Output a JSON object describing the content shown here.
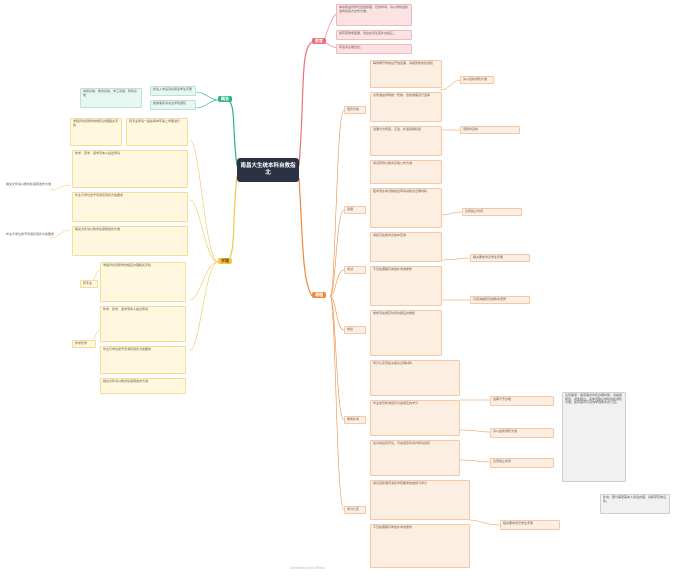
{
  "root": {
    "title": "南昌大生统本科自救指北"
  },
  "branches": {
    "red": "前言",
    "green": "概览",
    "yellow": "学籍",
    "orange": "课程"
  },
  "red_notes": [
    "本指南由同学们自发整理，仅供参考，请以学校最新发布的官方文件为准。",
    "如有错误或遗漏，欢迎在评论区补充指正。",
    "转载请注明出处。"
  ],
  "green_notes": [
    "新生入学后请先阅读学生手册",
    "各类事务请关注学院通知",
    "常用系统：教务系统、学工系统、财务系统"
  ],
  "left_notes": [
    "学籍异动须按学校规定办理相关手续",
    "转专业申请一般在每学年第二学期进行",
    "休学、复学、退学须本人提出申请",
    "毕业与学位授予须满足培养方案要求",
    "相关文件请以教务处官网发布为准"
  ],
  "left_boxes": [
    "转专业",
    "休学复学"
  ],
  "orange_sections": [
    "培养方案",
    "选课",
    "考试",
    "成绩",
    "重修补考",
    "学分认定"
  ],
  "orange_notes": [
    "每学期开学前后开放选课，请留意教务处通知",
    "必修课由学院统一安排，选修课需自行选择",
    "选课分为预选、正选、补退选等阶段",
    "考试安排以教务系统公布为准",
    "缓考须在考试前提出申请并提交证明材料",
    "成绩可在教务系统中查询",
    "不及格课程可参加补考或重修",
    "重修须在规定时间内报名并缴费",
    "学分认定须提交相关证明材料",
    "毕业前须修满培养方案规定的学分",
    "如对成绩有异议，可在规定时间内申请复核",
    "通识选修课须满足学院要求的类别与学分"
  ],
  "right_notes": [
    "请以最新通知为准",
    "须按时完成",
    "注意截止时间",
    "相关要求详见学生手册",
    "可咨询辅导员或教务老师",
    "逾期不予办理"
  ],
  "side_gray": "注意事项：各项事务均有办理时限，请提前规划，避免错过。具体流程以学校最新通知为准。如有疑问可咨询学院教务办公室。",
  "side_gray2": "补充：部分事项需本人亲自办理，请携带有效证件。",
  "watermark": "Generated with XMind"
}
